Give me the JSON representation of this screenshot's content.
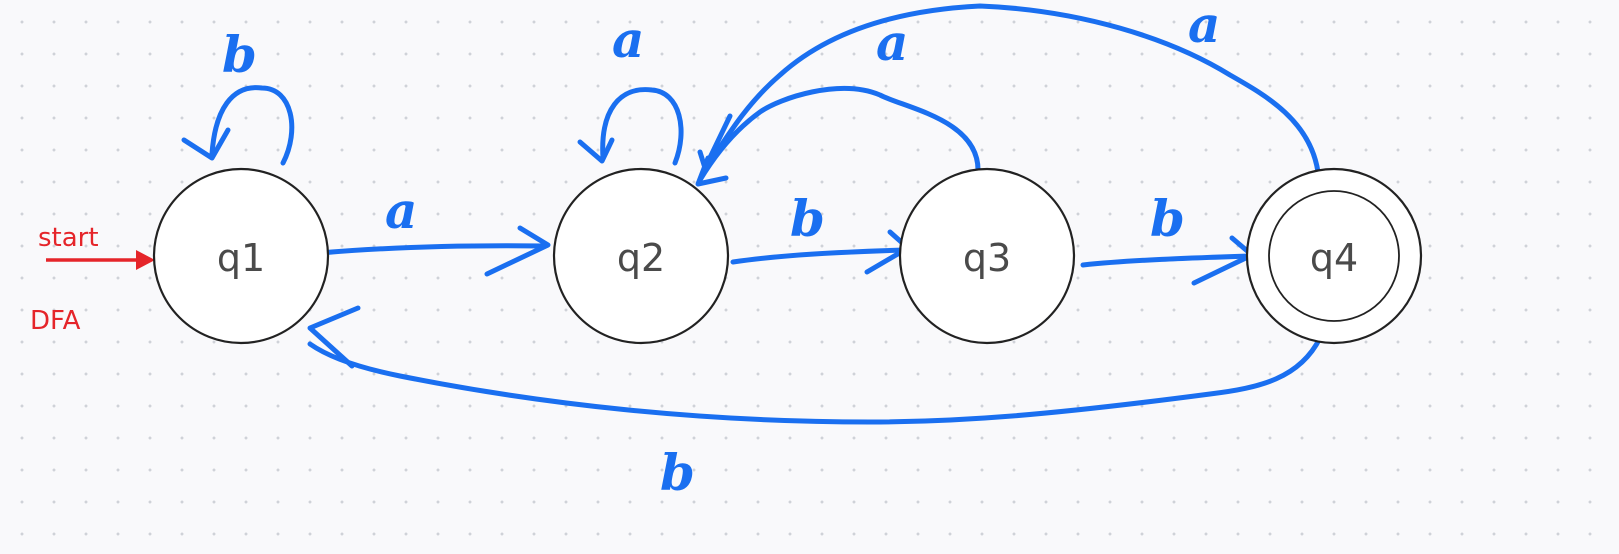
{
  "diagram": {
    "start_label": "start",
    "type_label": "DFA",
    "states": [
      {
        "id": "q1",
        "label": "q1",
        "accepting": false
      },
      {
        "id": "q2",
        "label": "q2",
        "accepting": false
      },
      {
        "id": "q3",
        "label": "q3",
        "accepting": false
      },
      {
        "id": "q4",
        "label": "q4",
        "accepting": true
      }
    ],
    "start_state": "q1",
    "transitions": [
      {
        "from": "q1",
        "to": "q1",
        "symbol": "b"
      },
      {
        "from": "q1",
        "to": "q2",
        "symbol": "a"
      },
      {
        "from": "q2",
        "to": "q2",
        "symbol": "a"
      },
      {
        "from": "q2",
        "to": "q3",
        "symbol": "b"
      },
      {
        "from": "q3",
        "to": "q2",
        "symbol": "a"
      },
      {
        "from": "q3",
        "to": "q4",
        "symbol": "b"
      },
      {
        "from": "q4",
        "to": "q2",
        "symbol": "a"
      },
      {
        "from": "q4",
        "to": "q1",
        "symbol": "b"
      }
    ],
    "colors": {
      "ink": "#1a6ff0",
      "start_marker": "#e5252a",
      "state_border": "#222222",
      "state_text": "#4a4a4a",
      "background": "#f9f9fb"
    }
  }
}
